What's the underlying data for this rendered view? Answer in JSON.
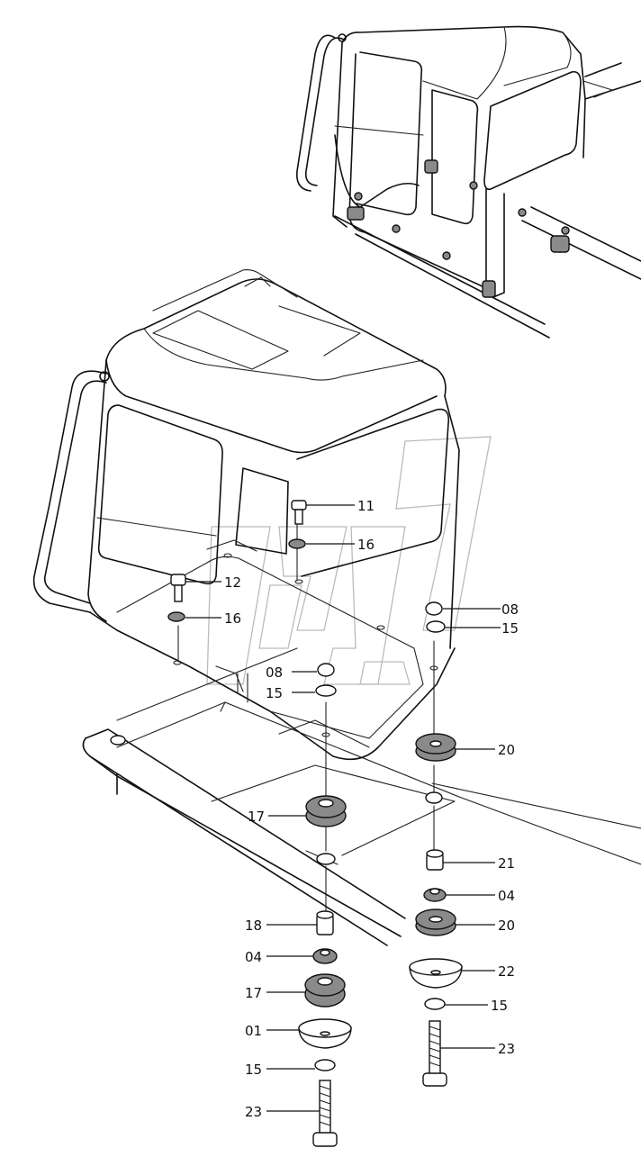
{
  "diagram": {
    "callouts": [
      {
        "id": "c11a",
        "label": "11"
      },
      {
        "id": "c16a",
        "label": "16"
      },
      {
        "id": "c12",
        "label": "12"
      },
      {
        "id": "c16b",
        "label": "16"
      },
      {
        "id": "c08a",
        "label": "08"
      },
      {
        "id": "c15a",
        "label": "15"
      },
      {
        "id": "c08b",
        "label": "08"
      },
      {
        "id": "c15b",
        "label": "15"
      },
      {
        "id": "c20a",
        "label": "20"
      },
      {
        "id": "c17a",
        "label": "17"
      },
      {
        "id": "c21",
        "label": "21"
      },
      {
        "id": "c04a",
        "label": "04"
      },
      {
        "id": "c18",
        "label": "18"
      },
      {
        "id": "c20b",
        "label": "20"
      },
      {
        "id": "c04b",
        "label": "04"
      },
      {
        "id": "c22",
        "label": "22"
      },
      {
        "id": "c17b",
        "label": "17"
      },
      {
        "id": "c15c",
        "label": "15"
      },
      {
        "id": "c01",
        "label": "01"
      },
      {
        "id": "c23a",
        "label": "23"
      },
      {
        "id": "c15d",
        "label": "15"
      },
      {
        "id": "c23b",
        "label": "23"
      }
    ]
  }
}
